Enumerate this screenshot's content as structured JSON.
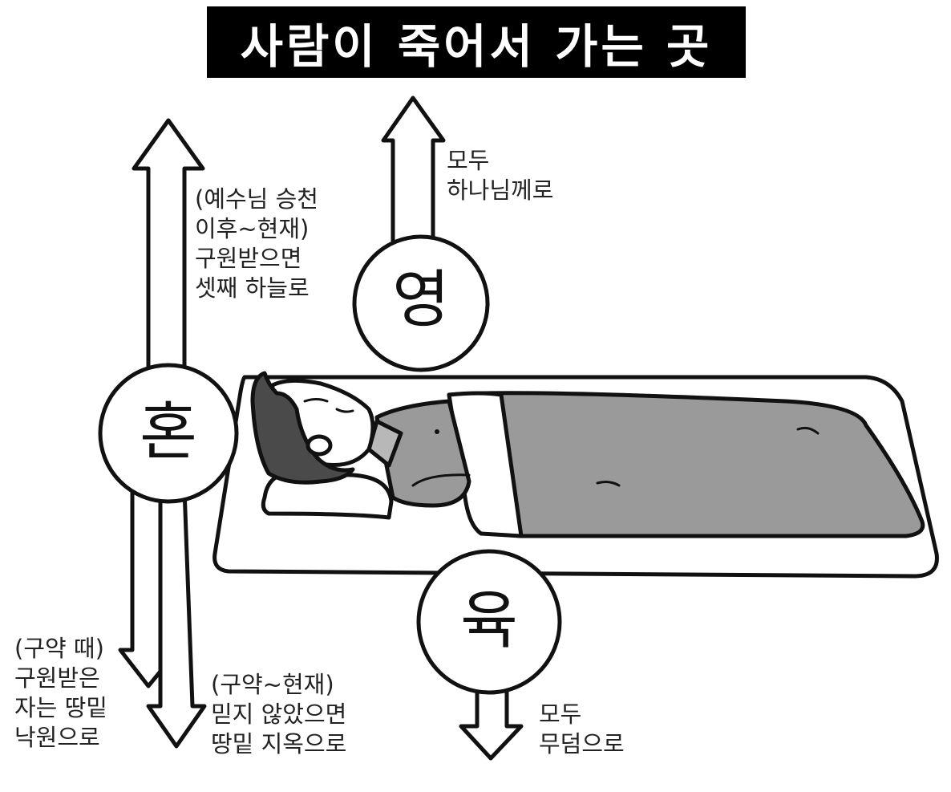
{
  "title": "사람이 죽어서 가는 곳",
  "circles": {
    "spirit": "영",
    "soul": "혼",
    "body": "육"
  },
  "labels": {
    "spirit_dest": [
      "모두",
      "하나님께로"
    ],
    "soul_up": [
      "(예수님 승천",
      "이후~현재)",
      "구원받으면",
      "셋째 하늘로"
    ],
    "soul_ot_saved": [
      "(구약 때)",
      "구원받은",
      "자는 땅밑",
      "낙원으로"
    ],
    "soul_unsaved": [
      "(구약~현재)",
      "믿지 않았으면",
      "땅밑 지옥으로"
    ],
    "body_dest": [
      "모두",
      "무덤으로"
    ]
  },
  "colors": {
    "title_bg": "#000000",
    "title_text": "#ffffff",
    "blanket": "#9a9a9a",
    "hair": "#4a4a4a",
    "line": "#111111"
  }
}
